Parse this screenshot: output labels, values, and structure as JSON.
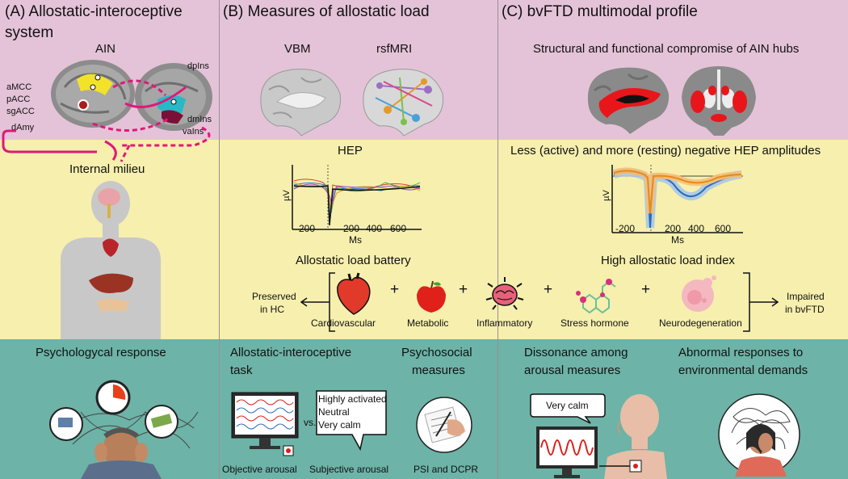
{
  "colors": {
    "pink": "#e4c3d8",
    "yellow": "#f6efae",
    "teal": "#6db3a7",
    "magenta": "#e0187a",
    "brain_red": "#e8161b"
  },
  "panelA": {
    "title_line1": "(A) Allostatic-interoceptive",
    "title_line2": "system",
    "ain": "AIN",
    "regions_left": [
      "aMCC",
      "pACC",
      "sgACC",
      "dAmy"
    ],
    "regions_right": [
      "dpIns",
      "dmIns",
      "vaIns"
    ],
    "milieu": "Internal milieu",
    "psych": "Psychologycal response"
  },
  "panelB": {
    "title": "(B) Measures of allostatic load",
    "vbm": "VBM",
    "rsfmri": "rsfMRI",
    "hep": "HEP",
    "y_axis": "µV",
    "x_ticks": [
      "-200",
      "200",
      "400",
      "600"
    ],
    "x_axis": "Ms",
    "battery": "Allostatic load battery",
    "preserved_line1": "Preserved",
    "preserved_line2": "in HC",
    "plus": "+",
    "task_line1": "Allostatic-interoceptive",
    "task_line2": "task",
    "psychosocial_line1": "Psychosocial",
    "psychosocial_line2": "measures",
    "bubble": [
      "Highly activated",
      "Neutral",
      "Very calm"
    ],
    "vs": "vs.",
    "objective": "Objective arousal",
    "subjective": "Subjective arousal",
    "psi": "PSI and DCPR"
  },
  "panelC": {
    "title": "(C) bvFTD multimodal profile",
    "structural": "Structural and functional compromise of AIN hubs",
    "hep_title": "Less (active) and more (resting) negative HEP amplitudes",
    "index": "High allostatic load index",
    "impaired_line1": "Impaired",
    "impaired_line2": "in bvFTD",
    "dissonance_line1": "Dissonance among",
    "dissonance_line2": "arousal measures",
    "abnormal_line1": "Abnormal responses to",
    "abnormal_line2": "environmental demands",
    "very_calm": "Very calm"
  },
  "battery_items": [
    "Cardiovascular",
    "Metabolic",
    "Inflammatory",
    "Stress hormone",
    "Neurodegeneration"
  ],
  "icons": [
    "brain-icon",
    "heart-icon",
    "apple-icon",
    "inflamed-brain-icon",
    "molecule-icon",
    "neuron-icon",
    "clock-icon",
    "money-icon",
    "monitor-icon",
    "speech-bubble-icon",
    "hand-writing-icon",
    "distressed-person-icon",
    "body-silhouette-icon",
    "liver-icon"
  ]
}
